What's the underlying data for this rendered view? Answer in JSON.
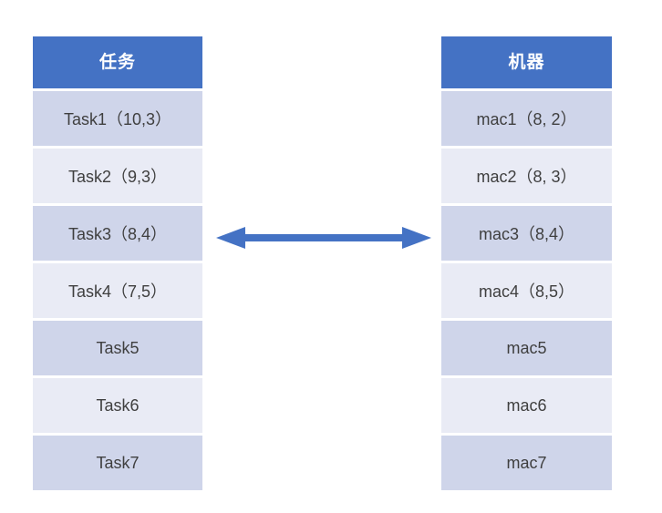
{
  "diagram": {
    "description": "task-to-machine-mapping"
  },
  "colors": {
    "header_bg": "#4472C4",
    "header_text": "#ffffff",
    "row_band_dark": "#CFD5EA",
    "row_band_light": "#E9EBF5",
    "row_text": "#3f3f3f",
    "arrow": "#4472C4",
    "background": "#ffffff"
  },
  "tasks_table": {
    "header": "任务",
    "rows": [
      "Task1（10,3）",
      "Task2（9,3）",
      "Task3（8,4）",
      "Task4（7,5）",
      "Task5",
      "Task6",
      "Task7"
    ]
  },
  "machines_table": {
    "header": "机器",
    "rows": [
      "mac1（8, 2）",
      "mac2（8, 3）",
      "mac3（8,4）",
      "mac4（8,5）",
      "mac5",
      "mac6",
      "mac7"
    ]
  },
  "arrow": {
    "type": "double-headed",
    "color": "#4472C4"
  }
}
